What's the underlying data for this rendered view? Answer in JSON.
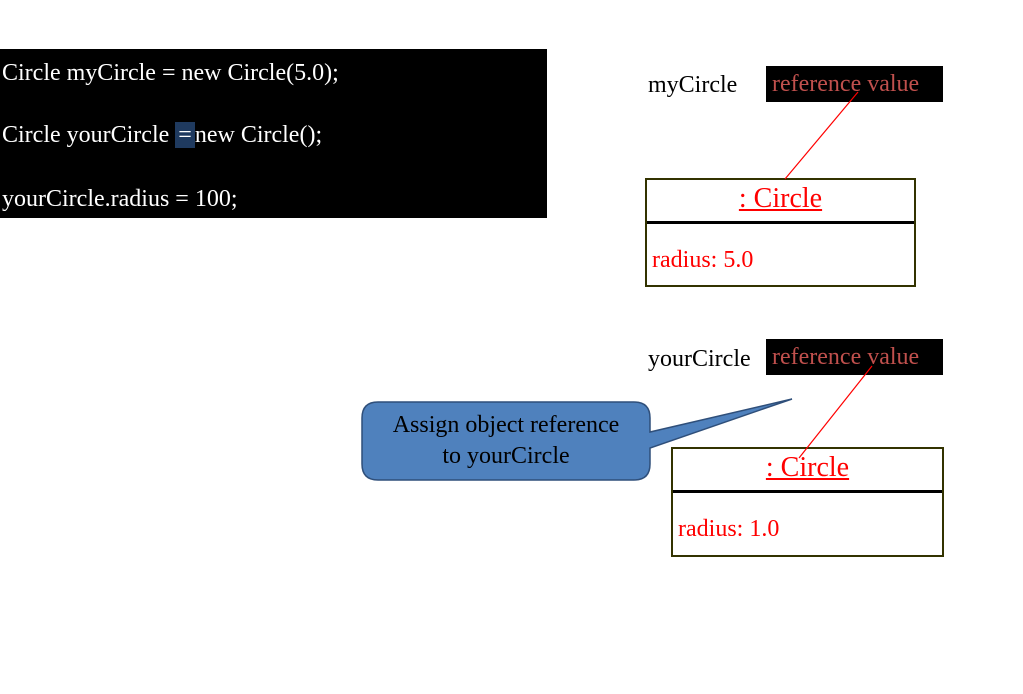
{
  "code": {
    "lines": [
      "Circle myCircle = new Circle(5.0);",
      "Circle yourCircle ",
      "=",
      "new Circle();",
      "yourCircle.radius = 100;"
    ]
  },
  "variables": [
    {
      "name": "myCircle",
      "ref_label": "reference value"
    },
    {
      "name": "yourCircle",
      "ref_label": "reference value"
    }
  ],
  "objects": [
    {
      "title": ": Circle",
      "attribute": "radius: 5.0"
    },
    {
      "title": ": Circle",
      "attribute": "radius: 1.0"
    }
  ],
  "callout": {
    "line1": "Assign object reference",
    "line2": "to yourCircle"
  },
  "colors": {
    "code_bg": "#000000",
    "code_text": "#ffffff",
    "highlight": "#1f3a5f",
    "ref_text": "#c0504d",
    "object_text": "#ff0000",
    "object_border": "#333300",
    "callout_fill": "#4f81bd",
    "pointer_line": "#ff0000"
  }
}
